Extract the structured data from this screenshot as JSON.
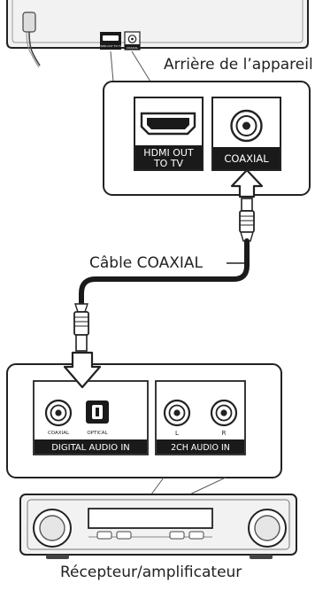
{
  "labels": {
    "player_back": "Arrière de l’appareil",
    "cable": "Câble COAXIAL",
    "receiver": "Récepteur/amplificateur"
  },
  "player_panel": {
    "hdmi_line1": "HDMI OUT",
    "hdmi_line2": "TO TV",
    "coaxial": "COAXIAL",
    "mini_hdmi": "HDMI OUT TO TV",
    "mini_coaxial": "COAXIAL"
  },
  "receiver_panel": {
    "coaxial": "COAXIAL",
    "optical": "OPTICAL",
    "digital_group": "DIGITAL AUDIO IN",
    "left": "L",
    "right": "R",
    "analog_group": "2CH AUDIO IN"
  },
  "colors": {
    "stroke": "#222222",
    "plate": "#1a1a1a",
    "panel_fill": "#ffffff",
    "device_fill": "#f2f2f2"
  }
}
